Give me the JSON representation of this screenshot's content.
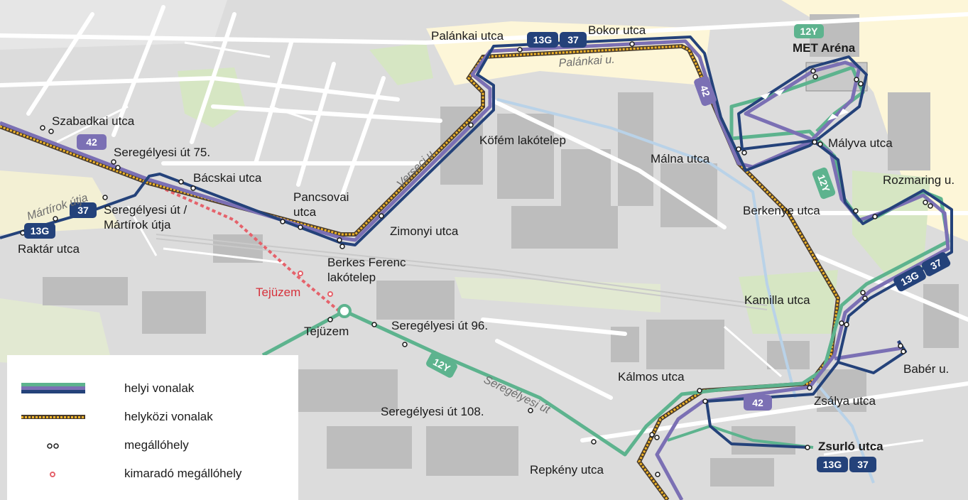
{
  "colors": {
    "local_green": "#5db38e",
    "local_purple": "#7b70b4",
    "local_navy": "#24427a",
    "intercity_yellow": "#f0b428",
    "intercity_dark": "#4a3c2c",
    "skipped_red": "#e5626b",
    "land_grey": "#dcdcdc",
    "building_grey": "#b9b9b9",
    "park_green": "#d6e6c3",
    "yellow_area": "#fdf6d8"
  },
  "routes": {
    "r42": "42",
    "r13g": "13G",
    "r37": "37",
    "r12y": "12Y"
  },
  "stops": {
    "szabadkai": "Szabadkai utca",
    "seregelyesi75": "Seregélyesi út 75.",
    "bacskai": "Bácskai utca",
    "pancsovai1": "Pancsovai",
    "pancsovai2": "utca",
    "seregelyesi_martirok1": "Seregélyesi út /",
    "seregelyesi_martirok2": "Mártírok útja",
    "raktar": "Raktár utca",
    "berkes1": "Berkes Ferenc",
    "berkes2": "lakótelep",
    "zimonyi": "Zimonyi utca",
    "kofem": "Köfém lakótelep",
    "palankai": "Palánkai utca",
    "bokor": "Bokor utca",
    "met_arena": "MET Aréna",
    "malna": "Málna utca",
    "malyva": "Mályva utca",
    "rozmaring": "Rozmaring u.",
    "berkenye": "Berkenye utca",
    "kamilla": "Kamilla utca",
    "baber": "Babér u.",
    "zsalya": "Zsálya utca",
    "kalmos": "Kálmos utca",
    "zsurlo": "Zsurló utca",
    "repkeny": "Repkény utca",
    "seregelyesi96": "Seregélyesi út 96.",
    "seregelyesi108": "Seregélyesi út 108.",
    "tejuzem": "Tejüzem",
    "tejuzem_skipped": "Tejüzem"
  },
  "streets": {
    "martirok": "Mártírok útja",
    "verseci": "Verseci u.",
    "palankai_u": "Palánkai u.",
    "seregelyesi_ut": "Seregélyesi út"
  },
  "legend": {
    "local": "helyi vonalak",
    "intercity": "helyközi vonalak",
    "stop": "megállóhely",
    "skipped": "kimaradó megállóhely"
  }
}
